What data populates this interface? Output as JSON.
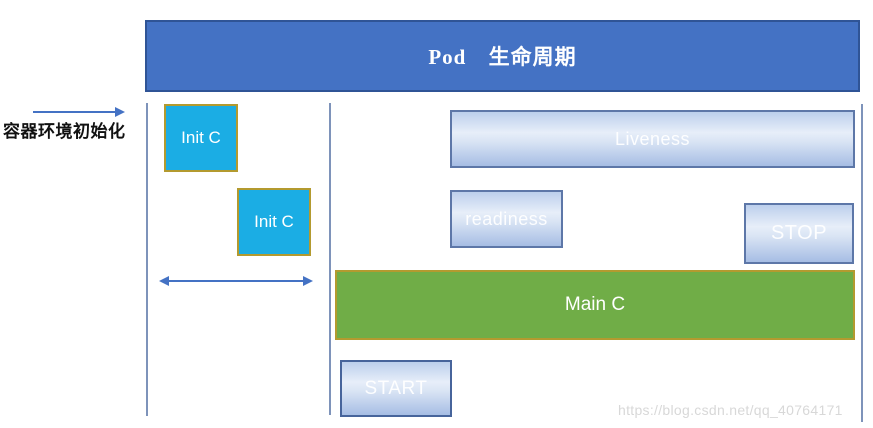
{
  "banner": {
    "title": "Pod 生命周期"
  },
  "left_annotation": {
    "label": "容器环境初始化"
  },
  "init_phase": {
    "init_c1": "Init C",
    "init_c2": "Init C"
  },
  "probes": {
    "liveness": "Liveness",
    "readiness": "readiness"
  },
  "lifecycle": {
    "start": "START",
    "stop": "STOP",
    "main_c": "Main C"
  },
  "watermark": {
    "text": "https://blog.csdn.net/qq_40764171"
  },
  "colors": {
    "banner_fill": "#4472C4",
    "banner_border": "#2F5496",
    "init_container_fill": "#1BADE4",
    "gold_border": "#B39A2F",
    "main_container_fill": "#70AD47",
    "timeline_line": "#7E93BA",
    "arrow": "#4472C4",
    "blue_box_gradient_top": "#BCCFEC",
    "blue_box_gradient_mid": "#E7EEF9",
    "blue_box_gradient_bottom": "#A6BDE4",
    "blue_box_border": "#5D77A8",
    "watermark_text": "#D8D8D8"
  }
}
